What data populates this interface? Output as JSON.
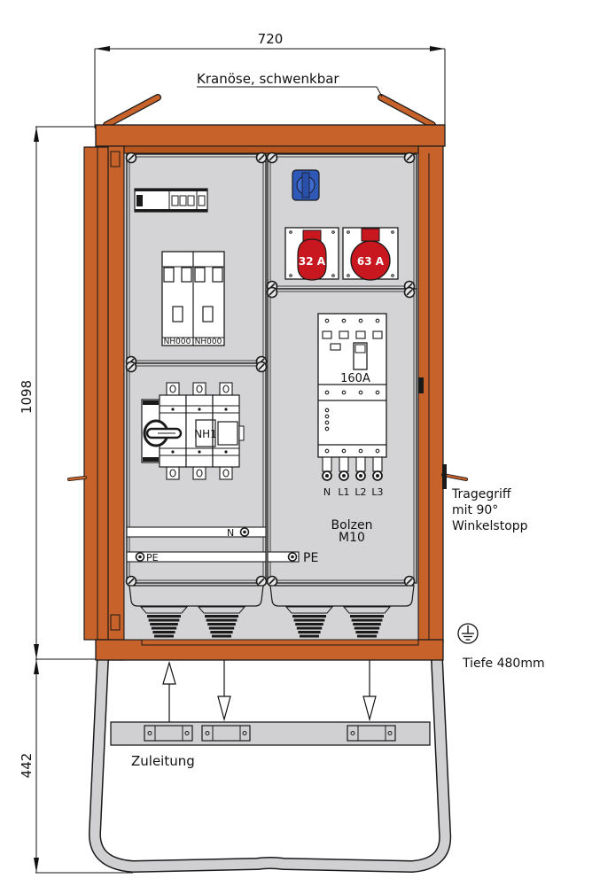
{
  "dimensions": {
    "width": "720",
    "height_cabinet": "1098",
    "height_stand": "442"
  },
  "annotations": {
    "crane_eye": "Kranöse, schwenkbar",
    "handle_line1": "Tragegriff",
    "handle_line2": "mit 90°",
    "handle_line3": "Winkelstopp",
    "depth": "Tiefe 480mm",
    "feed": "Zuleitung",
    "bolt_line1": "Bolzen",
    "bolt_line2": "M10"
  },
  "components": {
    "fuse_left": "NH000",
    "fuse_right": "NH000",
    "switch_disconnector": "NH1",
    "socket_small": "32 A",
    "socket_large": "63 A",
    "breaker_rating": "160A",
    "terminals": [
      "N",
      "L1",
      "L2",
      "L3"
    ],
    "neutral_bar": "N",
    "pe_bar_left": "PE",
    "pe_bar_right": "PE"
  },
  "colors": {
    "frame": "#C8622B",
    "frame_dark": "#A94E1F",
    "panel": "#D4D4D6",
    "socket_red": "#C8171E",
    "socket_blue": "#2F59B8",
    "stand": "#D0D0D2"
  }
}
